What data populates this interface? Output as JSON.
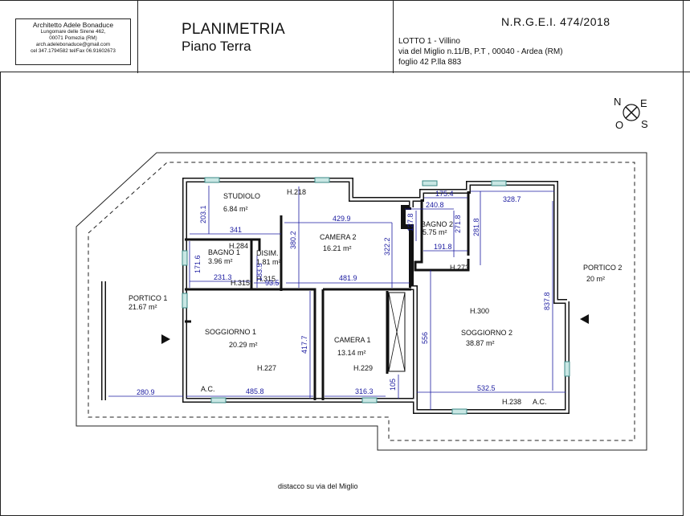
{
  "header": {
    "architect": {
      "name": "Architetto Adele Bonaduce",
      "address": "Lungomare delle Sirene 462,",
      "city": "00071 Pomezia (RM)",
      "email": "arch.adelebonaduce@gmail.com",
      "phone": "cel 347.1794582 tel/Fax 06.91602673"
    },
    "title": "PLANIMETRIA",
    "subtitle": "Piano Terra",
    "reference": "N.R.G.E.I. 474/2018",
    "lot": "LOTTO 1 - Villino",
    "address_line": "via del Miglio  n.11/B,  P.T , 00040 -  Ardea (RM)",
    "cadastral": "foglio 42 P.lla 883"
  },
  "compass": {
    "n": "N",
    "e": "E",
    "o": "O",
    "s": "S"
  },
  "rooms": {
    "studiolo": {
      "name": "STUDIOLO",
      "area": "6.84 m²"
    },
    "camera2": {
      "name": "CAMERA 2",
      "area": "16.21 m²"
    },
    "bagno2": {
      "name": "BAGNO 2",
      "area": "5.75 m²"
    },
    "bagno1": {
      "name": "BAGNO 1",
      "area": "3.96 m²"
    },
    "disim": {
      "name": "DISIM.",
      "area": "1.81 m²"
    },
    "portico1": {
      "name": "PORTICO 1",
      "area": "21.67 m²"
    },
    "portico2": {
      "name": "PORTICO 2",
      "area": "20 m²"
    },
    "soggiorno1": {
      "name": "SOGGIORNO 1",
      "area": "20.29 m²"
    },
    "camera1": {
      "name": "CAMERA 1",
      "area": "13.14 m²"
    },
    "soggiorno2": {
      "name": "SOGGIORNO 2",
      "area": "38.87 m²"
    }
  },
  "heights": {
    "h218": "H.218",
    "h284": "H.284",
    "h315a": "H.315",
    "h315b": "H.315",
    "h273": "H.273",
    "h300": "H.300",
    "h227": "H.227",
    "h229": "H.229",
    "h238": "H.238"
  },
  "ac_labels": {
    "ac1": "A.C.",
    "ac2": "A.C."
  },
  "dimensions": {
    "d341": "341",
    "d2031": "203.1",
    "d4299": "429.9",
    "d3802": "380.2",
    "d3222": "322.2",
    "d1754": "175.4",
    "d2408": "240.8",
    "d3287": "328.7",
    "d1278": "127.8",
    "d2718": "271.8",
    "d2818": "281.8",
    "d1918": "191.8",
    "d1716": "171.6",
    "d2313": "231.3",
    "d1835": "183.5",
    "d935": "93.5",
    "d4819": "481.9",
    "d8378": "837.8",
    "d556": "556",
    "d4177": "417.7",
    "d2809": "280.9",
    "d4858": "485.8",
    "d3163": "316.3",
    "d105": "105",
    "d5325": "532.5"
  },
  "footer_note": "distacco su via del Miglio"
}
